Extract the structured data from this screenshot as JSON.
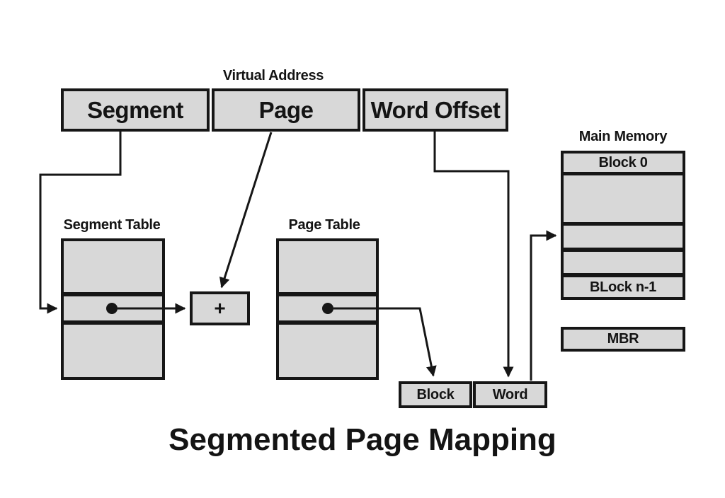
{
  "title": "Segmented Page Mapping",
  "virtual_address": {
    "label": "Virtual Address",
    "fields": [
      {
        "label": "Segment"
      },
      {
        "label": "Page"
      },
      {
        "label": "Word Offset"
      }
    ]
  },
  "segment_table": {
    "title": "Segment Table"
  },
  "page_table": {
    "title": "Page Table"
  },
  "adder": {
    "symbol": "+"
  },
  "main_memory": {
    "title": "Main Memory",
    "rows": [
      {
        "label": "Block 0"
      },
      {
        "label": ""
      },
      {
        "label": ""
      },
      {
        "label": ""
      },
      {
        "label": "BLock n-1"
      }
    ]
  },
  "mbr": {
    "label": "MBR"
  },
  "physical_address": {
    "block_label": "Block",
    "word_label": "Word"
  },
  "colors": {
    "box_fill": "#d8d8d8",
    "line": "#161616",
    "background": "#ffffff"
  }
}
